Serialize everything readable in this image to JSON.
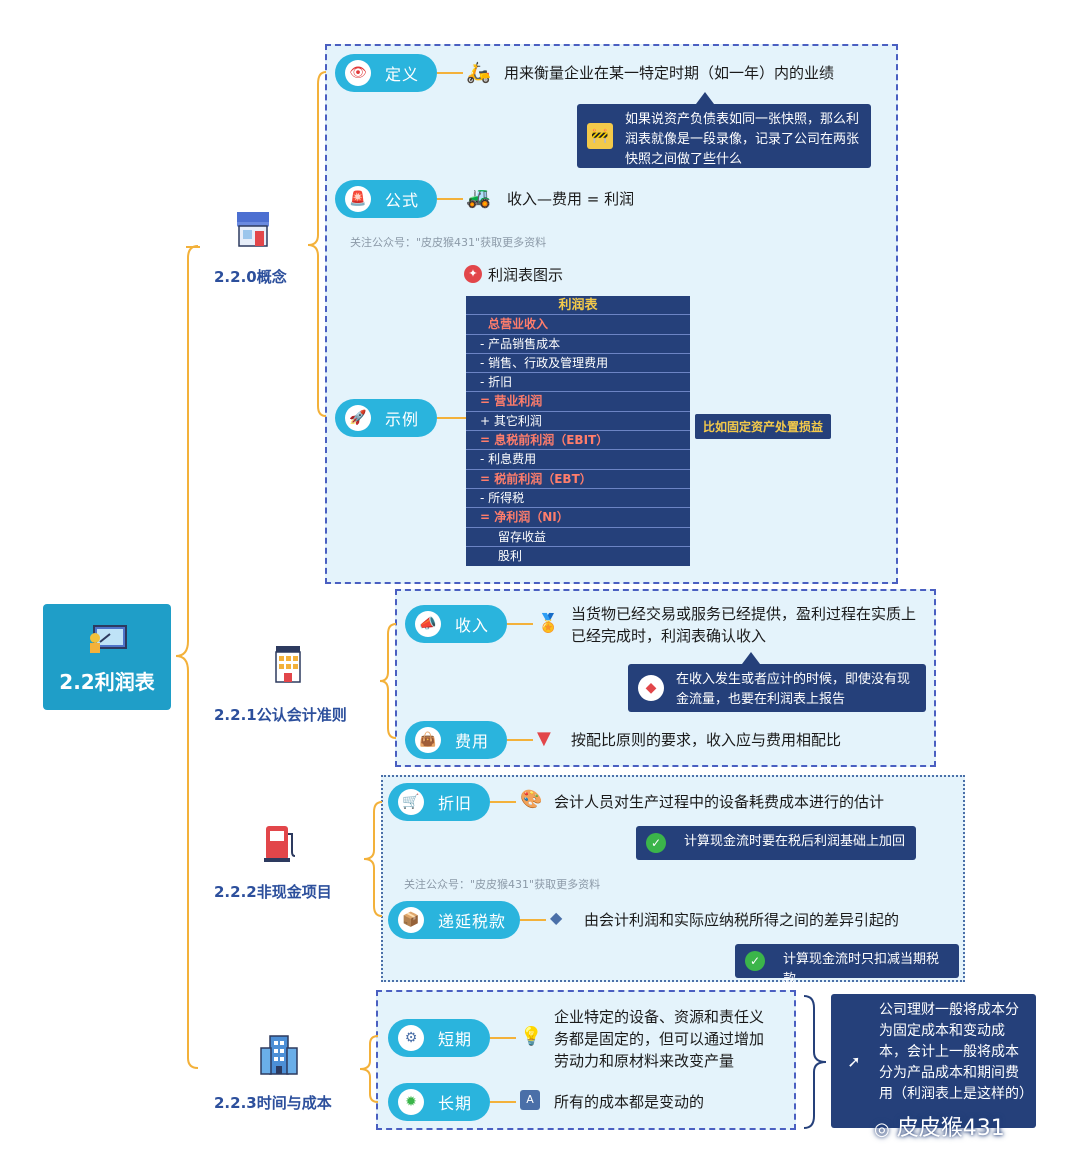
{
  "root": {
    "label": "2.2利润表"
  },
  "branches": {
    "concept": {
      "label": "2.2.0概念",
      "definition": {
        "pill": "定义",
        "text": "用来衡量企业在某一特定时期（如一年）内的业绩",
        "note": "如果说资产负债表如同一张快照，那么利润表就像是一段录像，记录了公司在两张快照之间做了些什么"
      },
      "formula": {
        "pill": "公式",
        "text": "收入—费用 = 利润"
      },
      "watermark": "关注公众号：\"皮皮猴431\"获取更多资料",
      "example": {
        "pill": "示例",
        "title": "利润表图示",
        "side_tag": "比如固定资产处置损益",
        "table": {
          "header": "利润表",
          "rows": [
            {
              "text": "总营业收入"
            },
            {
              "text": "- 产品销售成本"
            },
            {
              "text": "- 销售、行政及管理费用"
            },
            {
              "text": "- 折旧"
            },
            {
              "text": "= 营业利润"
            },
            {
              "text": "+ 其它利润"
            },
            {
              "text": "= 息税前利润（EBIT）"
            },
            {
              "text": "- 利息费用"
            },
            {
              "text": "= 税前利润（EBT）"
            },
            {
              "text": "- 所得税"
            },
            {
              "text": "= 净利润（NI）"
            },
            {
              "text": "留存收益"
            },
            {
              "text": "股利"
            }
          ]
        }
      }
    },
    "principles": {
      "label": "2.2.1公认会计准则",
      "income": {
        "pill": "收入",
        "text": "当货物已经交易或服务已经提供，盈利过程在实质上已经完成时，利润表确认收入",
        "note": "在收入发生或者应计的时候，即使没有现金流量，也要在利润表上报告"
      },
      "expense": {
        "pill": "费用",
        "text": "按配比原则的要求，收入应与费用相配比"
      }
    },
    "noncash": {
      "label": "2.2.2非现金项目",
      "depreciation": {
        "pill": "折旧",
        "text": "会计人员对生产过程中的设备耗费成本进行的估计",
        "note": "计算现金流时要在税后利润基础上加回"
      },
      "watermark": "关注公众号：\"皮皮猴431\"获取更多资料",
      "deferred": {
        "pill": "递延税款",
        "text": "由会计利润和实际应纳税所得之间的差异引起的",
        "note": "计算现金流时只扣减当期税款"
      }
    },
    "time": {
      "label": "2.2.3时间与成本",
      "short": {
        "pill": "短期",
        "text": "企业特定的设备、资源和责任义务都是固定的，但可以通过增加劳动力和原材料来改变产量"
      },
      "long": {
        "pill": "长期",
        "text": "所有的成本都是变动的"
      },
      "summary": "公司理财一般将成本分为固定成本和变动成本，会计上一般将成本分为产品成本和期间费用（利润表上是这样的）"
    }
  },
  "brand": "皮皮猴431",
  "colors": {
    "pill": "#2ab4dd",
    "note": "#25407a",
    "section_bg": "#e4f3fb",
    "connector": "#f3b13a",
    "root": "#1f9ec8"
  }
}
